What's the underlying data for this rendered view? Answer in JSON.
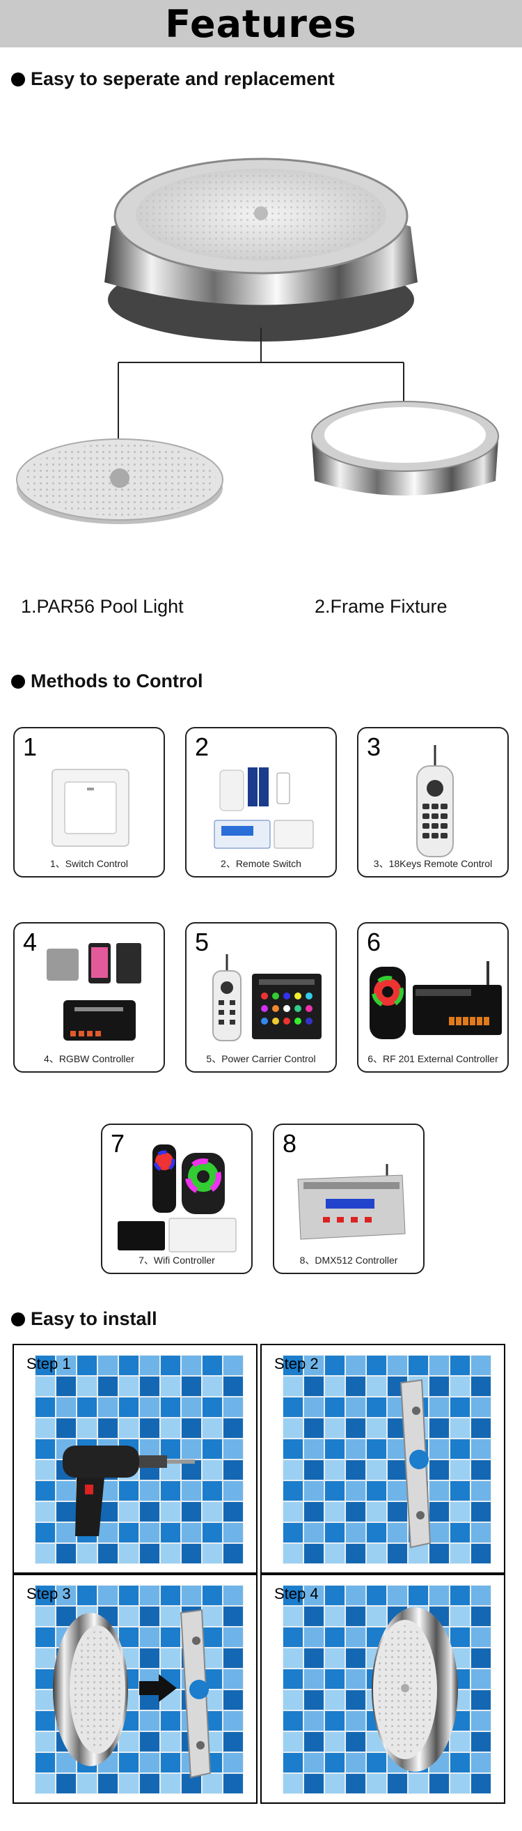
{
  "banner": {
    "title": "Features"
  },
  "section1": {
    "title": "Easy to seperate and replacement",
    "caption_left": "1.PAR56 Pool Light",
    "caption_right": "2.Frame Fixture"
  },
  "section2": {
    "title": "Methods to Control",
    "cards": [
      {
        "number": "1",
        "label": "1、Switch Control"
      },
      {
        "number": "2",
        "label": "2、Remote Switch"
      },
      {
        "number": "3",
        "label": "3、18Keys  Remote Control"
      },
      {
        "number": "4",
        "label": "4、RGBW Controller"
      },
      {
        "number": "5",
        "label": "5、Power Carrier Control"
      },
      {
        "number": "6",
        "label": "6、RF 201 External Controller"
      },
      {
        "number": "7",
        "label": "7、Wifi Controller"
      },
      {
        "number": "8",
        "label": "8、DMX512 Controller"
      }
    ]
  },
  "section3": {
    "title": "Easy to install",
    "steps": [
      {
        "label": "Step 1"
      },
      {
        "label": "Step 2"
      },
      {
        "label": "Step 3"
      },
      {
        "label": "Step 4"
      }
    ]
  },
  "colors": {
    "banner_bg": "#c9c9c9",
    "tile_blue": "#1a7fd0",
    "tile_light": "#8ec6ee"
  }
}
